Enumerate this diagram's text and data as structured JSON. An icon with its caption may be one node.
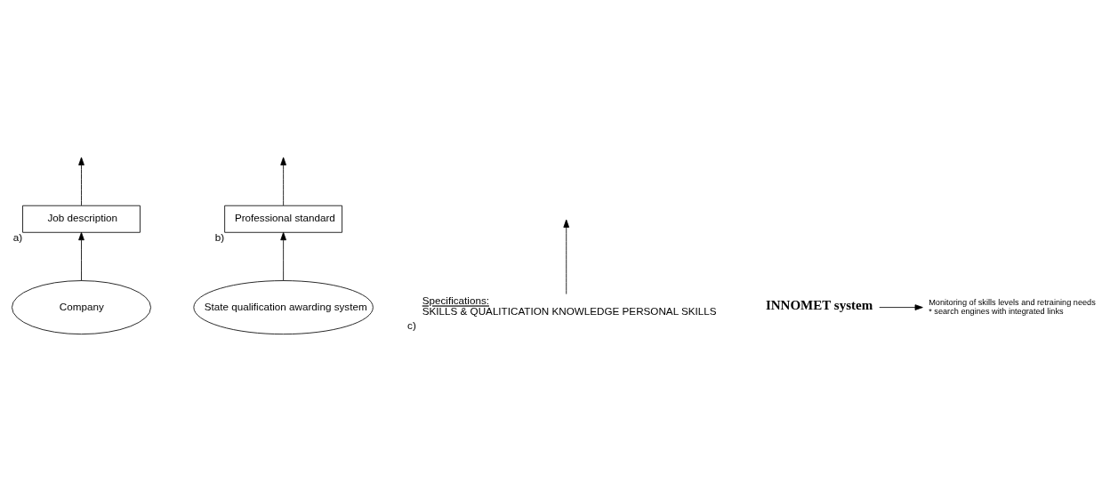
{
  "diagram": {
    "nodes": [
      {
        "text": [
          "Job description"
        ],
        "beside": [
          "a)"
        ]
      },
      {
        "text": [
          "Professional standard"
        ],
        "beside": [
          "b)"
        ]
      },
      {
        "text": [
          "Company"
        ]
      },
      {
        "text": [
          "State qualification awarding system"
        ]
      },
      {
        "text": [
          "Specifications:",
          "SKILLS & QUALITICATION KNOWLEDGE PERSONAL SKILLS"
        ],
        "beside": [
          "c)"
        ]
      },
      {
        "text": [
          "INNOMET system"
        ]
      },
      {
        "text": [
          "Monitoring of skills levels and retraining needs",
          "* search engines with integrated links"
        ]
      }
    ],
    "edges": [
      {
        "from": 0,
        "to": null,
        "arrow": "to"
      },
      {
        "from": 1,
        "to": null,
        "arrow": "to"
      },
      {
        "from": 4,
        "to": null,
        "arrow": "to"
      },
      {
        "from": 2,
        "to": 0,
        "arrow": "to"
      },
      {
        "from": 3,
        "to": 1,
        "arrow": "to"
      },
      {
        "from": 5,
        "to": 6,
        "arrow": "to"
      }
    ]
  }
}
